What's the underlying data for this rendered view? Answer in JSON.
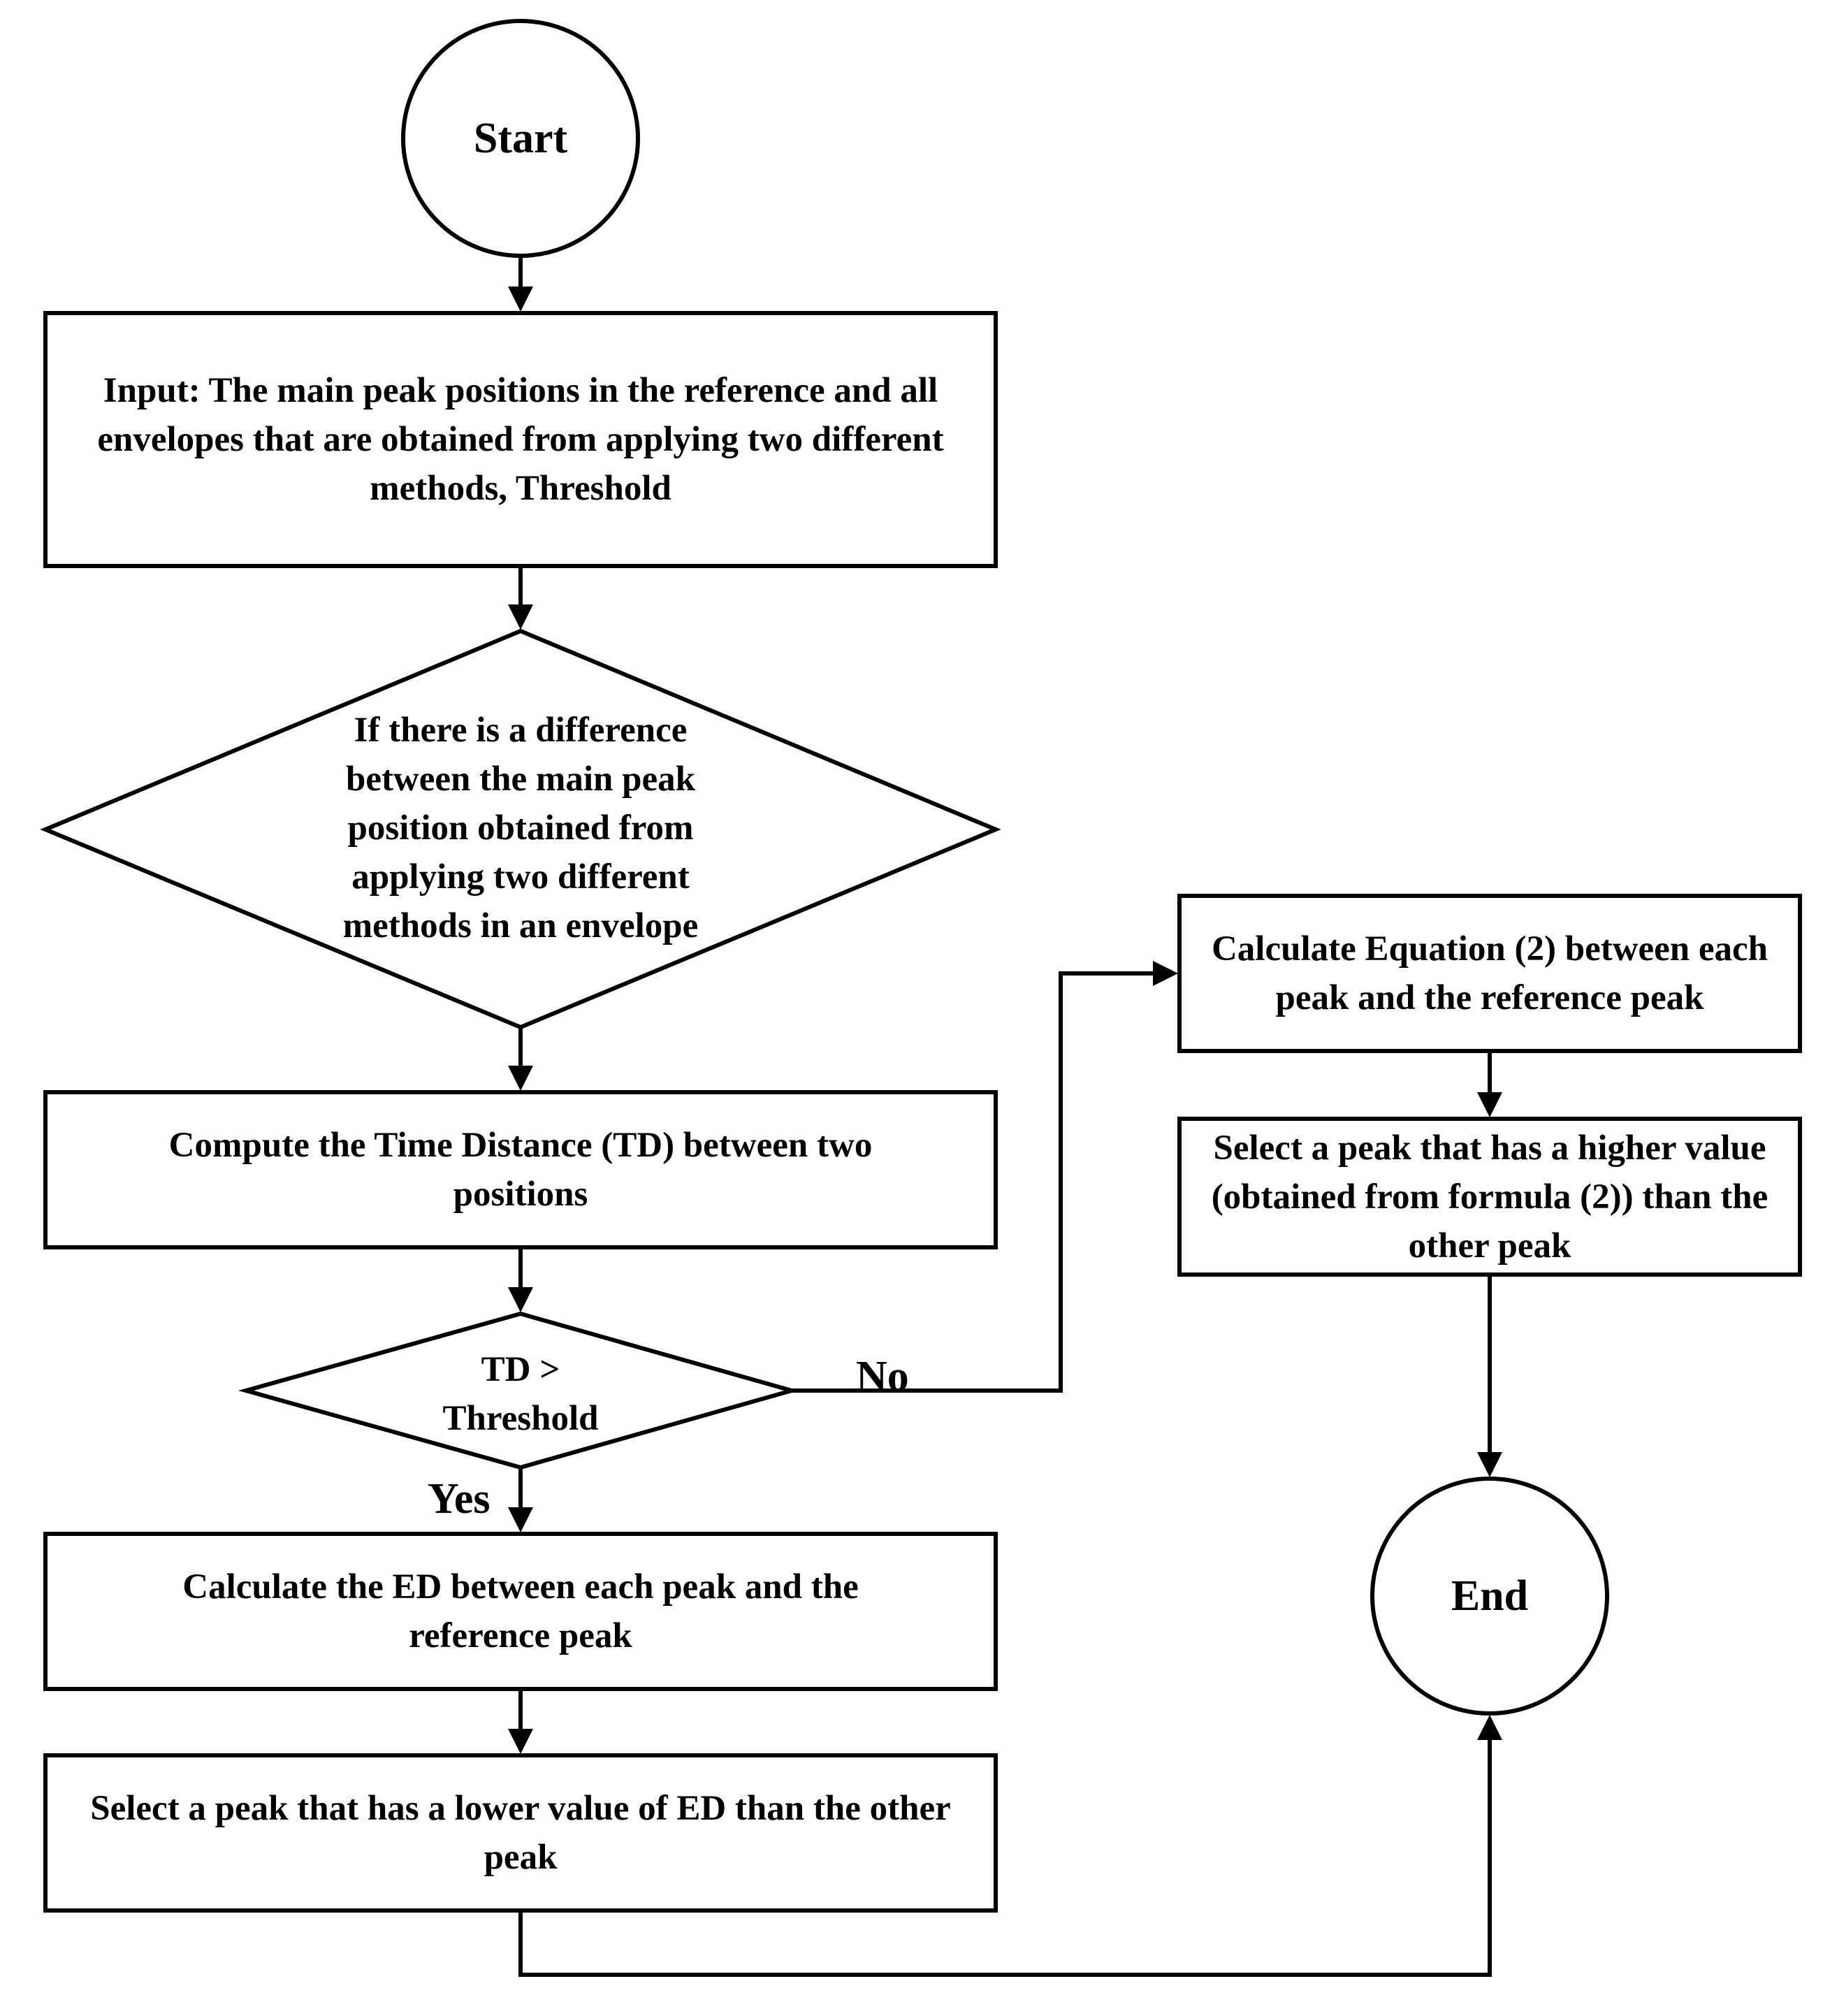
{
  "flowchart": {
    "nodes": {
      "start": {
        "label": "Start"
      },
      "input": {
        "label": "Input: The main peak positions in the reference and all envelopes that are obtained from applying two different methods, Threshold"
      },
      "decision_difference": {
        "label": "If there is a difference between the main peak position obtained from applying two different methods in an envelope"
      },
      "compute_td": {
        "label": "Compute the Time Distance (TD) between two positions"
      },
      "decision_threshold": {
        "label": "TD > Threshold"
      },
      "calc_ed": {
        "label": "Calculate the ED between each peak and the reference peak"
      },
      "select_lower": {
        "label": "Select a peak that has a lower value of ED than the other peak"
      },
      "calc_eq2": {
        "label": "Calculate Equation (2) between each peak and the reference peak"
      },
      "select_higher": {
        "label": "Select a peak that has a higher value (obtained from formula (2)) than the other peak"
      },
      "end": {
        "label": "End"
      }
    },
    "edges": {
      "no_label": "No",
      "yes_label": "Yes"
    }
  }
}
